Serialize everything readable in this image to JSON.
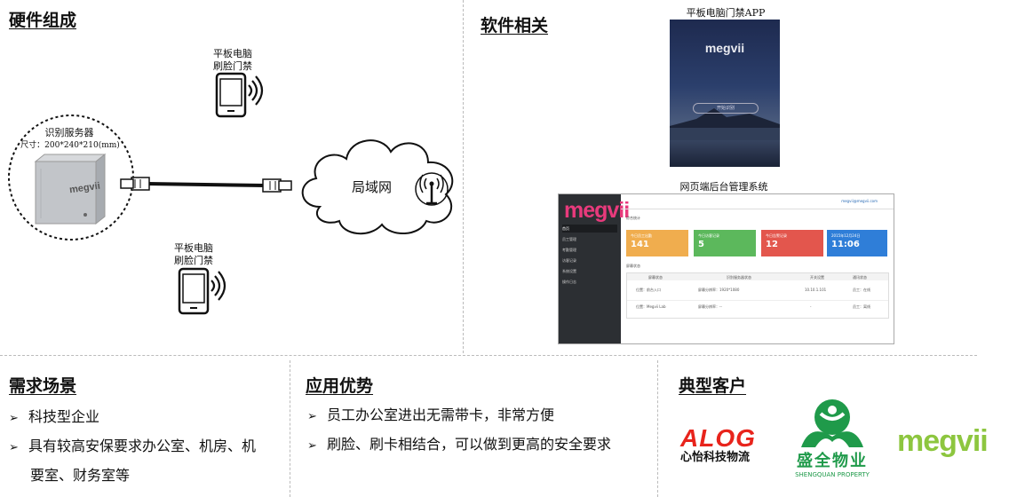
{
  "hardware": {
    "title": "硬件组成",
    "tablet_top": {
      "line1": "平板电脑",
      "line2": "刷脸门禁"
    },
    "tablet_bottom": {
      "line1": "平板电脑",
      "line2": "刷脸门禁"
    },
    "server": {
      "name": "识别服务器",
      "size": "尺寸：200*240*210(mm)",
      "brand": "megvii"
    },
    "lan_label": "局域网"
  },
  "software": {
    "title": "软件相关",
    "app_caption": "平板电脑门禁APP",
    "app_logo": "megvii",
    "app_button": "开始识别",
    "web_caption": "网页端后台管理系统",
    "admin": {
      "logo": "megvii",
      "user": "megvii@megvii.com",
      "section1": "综合统计",
      "nav": [
        "首页",
        "员工管理",
        "考勤管理",
        "访客记录",
        "系统设置",
        "操作日志"
      ],
      "cards": [
        {
          "label": "今日员工出勤",
          "value": "141"
        },
        {
          "label": "今日访客记录",
          "value": "5"
        },
        {
          "label": "今日告警记录",
          "value": "12"
        },
        {
          "label": "2015年12月24日",
          "value": "11:06"
        }
      ],
      "section2": "屏幕状态",
      "table_headers": [
        "屏幕状态",
        "识别服务器状态",
        "开关设置",
        "通讯状态"
      ],
      "rows": [
        {
          "c1": "位置：前台入口",
          "c2": "屏幕分辨率：1920*1080",
          "c3": "10.10.1.101",
          "c4": "员工：在线"
        },
        {
          "c1": "位置：Megvii Lab",
          "c2": "屏幕分辨率：--",
          "c3": "-",
          "c4": "员工：离线"
        }
      ]
    }
  },
  "needs": {
    "title": "需求场景",
    "items": [
      "科技型企业",
      "具有较高安保要求办公室、机房、机",
      "要室、财务室等"
    ]
  },
  "advantages": {
    "title": "应用优势",
    "items": [
      "员工办公室进出无需带卡，非常方便",
      "刷脸、刷卡相结合，可以做到更高的安全要求"
    ]
  },
  "customers": {
    "title": "典型客户",
    "alog": {
      "name": "ALOG",
      "sub": "心怡科技物流"
    },
    "sq": {
      "name": "盛全物业",
      "sub": "SHENGQUAN PROPERTY"
    },
    "megvii": "megvii"
  },
  "colors": {
    "cards": [
      "#f0ad4e",
      "#5cb85c",
      "#e3564d",
      "#2f7ed8"
    ],
    "megvii_green": "#8dc63f",
    "alog_red": "#e8241c",
    "sq_green": "#1f9a4a"
  }
}
